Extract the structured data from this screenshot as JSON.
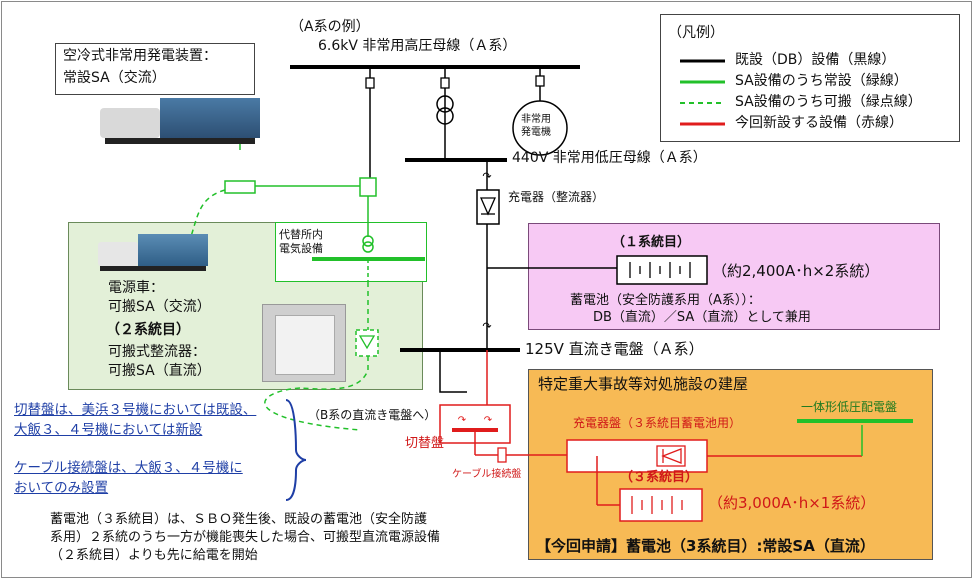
{
  "example_label": "（A系の例）",
  "hv_bus_label": "6.6kV 非常用高圧母線（Ａ系）",
  "lv_bus_label": "440V 非常用低圧母線（Ａ系）",
  "dc_bus_label": "125V 直流き電盤（Ａ系）",
  "emergency_gen_label": "非常用\n発電機",
  "charger_label": "充電器（整流器）",
  "air_cooled_gen": {
    "line1": "空冷式非常用発電装置：",
    "line2": "常設SA（交流）"
  },
  "alt_facility": {
    "line1": "代替所内",
    "line2": "電気設備"
  },
  "legend": {
    "title": "（凡例）",
    "items": [
      {
        "label": "既設（DB）設備（黒線）",
        "color": "#000000",
        "style": "solid"
      },
      {
        "label": "SA設備のうち常設（緑線）",
        "color": "#22c02a",
        "style": "solid"
      },
      {
        "label": "SA設備のうち可搬（緑点線）",
        "color": "#22c02a",
        "style": "dashed"
      },
      {
        "label": "今回新設する設備（赤線）",
        "color": "#e01c1c",
        "style": "solid"
      }
    ]
  },
  "battery1": {
    "header": "（１系統目）",
    "capacity": "（約2,400A･h×2系統）",
    "desc1": "蓄電池（安全防護系用（A系））：",
    "desc2": "DB（直流）／SA（直流）として兼用"
  },
  "green_panel": {
    "power_car1": "電源車：",
    "power_car2": "可搬SA（交流）",
    "second_header": "（２系統目）",
    "rectifier1": "可搬式整流器：",
    "rectifier2": "可搬SA（直流）"
  },
  "notes": {
    "switch_panel1": "切替盤は、美浜３号機においては既設、",
    "switch_panel2": "大飯３、４号機においては新設",
    "cable_panel1": "ケーブル接続盤は、大飯３、４号機に",
    "cable_panel2": "おいてのみ設置",
    "battery_note1": "蓄電池（３系統目）は、ＳＢＯ発生後、既設の蓄電池（安全防護",
    "battery_note2": "系用）２系統のうち一方が機能喪失した場合、可搬型直流電源設備",
    "battery_note3": "（２系統目）よりも先に給電を開始"
  },
  "b_system_label": "（B系の直流き電盤へ）",
  "switch_panel_label": "切替盤",
  "cable_panel_label": "ケーブル接続盤",
  "orange_panel": {
    "title": "特定重大事故等対処施設の建屋",
    "charger_panel": "充電器盤（３系統目蓄電池用）",
    "integrated_panel": "一体形低圧配電盤",
    "third_header": "（３系統目）",
    "capacity": "（約3,000A･h×1系統）",
    "footer": "【今回申請】蓄電池（3系統目）:常設SA（直流）"
  },
  "colors": {
    "green": "#22c02a",
    "red": "#e01c1c",
    "pink_bg": "#f7c9f4",
    "green_bg": "#e3f0d8",
    "orange_bg": "#f7ba55"
  }
}
